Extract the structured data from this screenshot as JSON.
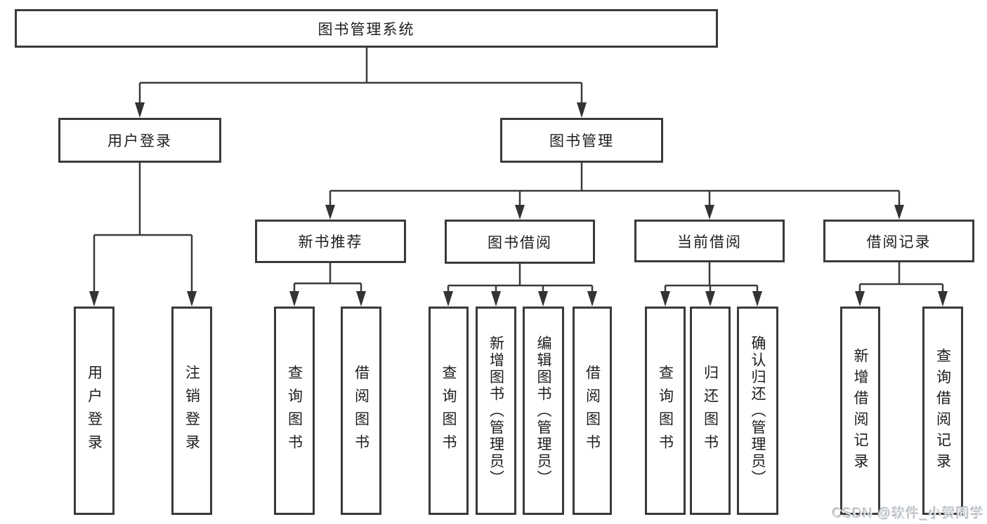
{
  "nodes": {
    "root": "图书管理系统",
    "user_login": "用户登录",
    "book_management": "图书管理",
    "new_book_recommend": "新书推荐",
    "book_borrowing": "图书借阅",
    "current_borrowing": "当前借阅",
    "borrowing_records": "借阅记录",
    "leaf_user_login": "用户登录",
    "leaf_logout": "注销登录",
    "leaf_query_books_1": "查询图书",
    "leaf_borrow_books_1": "借阅图书",
    "leaf_query_books_2": "查询图书",
    "leaf_add_book_admin": "新增图书（管理员）",
    "leaf_edit_book_admin": "编辑图书（管理员）",
    "leaf_borrow_books_2": "借阅图书",
    "leaf_query_books_3": "查询图书",
    "leaf_return_books": "归还图书",
    "leaf_confirm_return_admin": "确认归还（管理员）",
    "leaf_add_borrow_record": "新增借阅记录",
    "leaf_query_borrow_record": "查询借阅记录"
  },
  "structure": [
    {
      "parent": "图书管理系统",
      "children": [
        "用户登录",
        "图书管理"
      ]
    },
    {
      "parent": "用户登录",
      "children": [
        "用户登录",
        "注销登录"
      ]
    },
    {
      "parent": "图书管理",
      "children": [
        "新书推荐",
        "图书借阅",
        "当前借阅",
        "借阅记录"
      ]
    },
    {
      "parent": "新书推荐",
      "children": [
        "查询图书",
        "借阅图书"
      ]
    },
    {
      "parent": "图书借阅",
      "children": [
        "查询图书",
        "新增图书（管理员）",
        "编辑图书（管理员）",
        "借阅图书"
      ]
    },
    {
      "parent": "当前借阅",
      "children": [
        "查询图书",
        "归还图书",
        "确认归还（管理员）"
      ]
    },
    {
      "parent": "借阅记录",
      "children": [
        "新增借阅记录",
        "查询借阅记录"
      ]
    }
  ],
  "watermark": "CSDN @软件_小贺同学",
  "colors": {
    "line": "#3a3a3a",
    "text": "#1d1d1d",
    "box_background": "#ffffff",
    "page_background": "#ffffff",
    "watermark_text": "#cdd2d8"
  }
}
